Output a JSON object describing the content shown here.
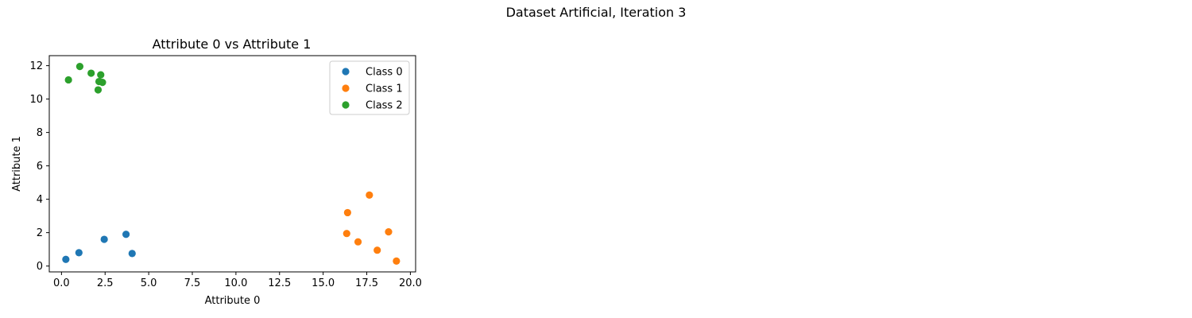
{
  "figure": {
    "suptitle": "Dataset Artificial, Iteration 3"
  },
  "chart_data": {
    "type": "scatter",
    "title": "Attribute 0 vs Attribute 1",
    "xlabel": "Attribute 0",
    "ylabel": "Attribute 1",
    "xlim": [
      -0.7,
      20.3
    ],
    "ylim": [
      -0.35,
      12.6
    ],
    "xticks": [
      0.0,
      2.5,
      5.0,
      7.5,
      10.0,
      12.5,
      15.0,
      17.5,
      20.0
    ],
    "xtick_labels": [
      "0.0",
      "2.5",
      "5.0",
      "7.5",
      "10.0",
      "12.5",
      "15.0",
      "17.5",
      "20.0"
    ],
    "yticks": [
      0,
      2,
      4,
      6,
      8,
      10,
      12
    ],
    "ytick_labels": [
      "0",
      "2",
      "4",
      "6",
      "8",
      "10",
      "12"
    ],
    "grid": false,
    "legend_position": "upper right",
    "series": [
      {
        "name": "Class 0",
        "color": "#1f77b4",
        "points": [
          [
            0.25,
            0.4
          ],
          [
            1.0,
            0.8
          ],
          [
            2.45,
            1.6
          ],
          [
            3.7,
            1.9
          ],
          [
            4.05,
            0.75
          ]
        ]
      },
      {
        "name": "Class 1",
        "color": "#ff7f0e",
        "points": [
          [
            16.35,
            1.95
          ],
          [
            16.4,
            3.2
          ],
          [
            17.0,
            1.45
          ],
          [
            17.65,
            4.25
          ],
          [
            18.1,
            0.95
          ],
          [
            18.75,
            2.05
          ],
          [
            19.2,
            0.3
          ]
        ]
      },
      {
        "name": "Class 2",
        "color": "#2ca02c",
        "points": [
          [
            0.4,
            11.15
          ],
          [
            1.05,
            11.95
          ],
          [
            1.7,
            11.55
          ],
          [
            2.1,
            10.55
          ],
          [
            2.15,
            11.05
          ],
          [
            2.25,
            11.45
          ],
          [
            2.35,
            11.0
          ]
        ]
      }
    ]
  }
}
